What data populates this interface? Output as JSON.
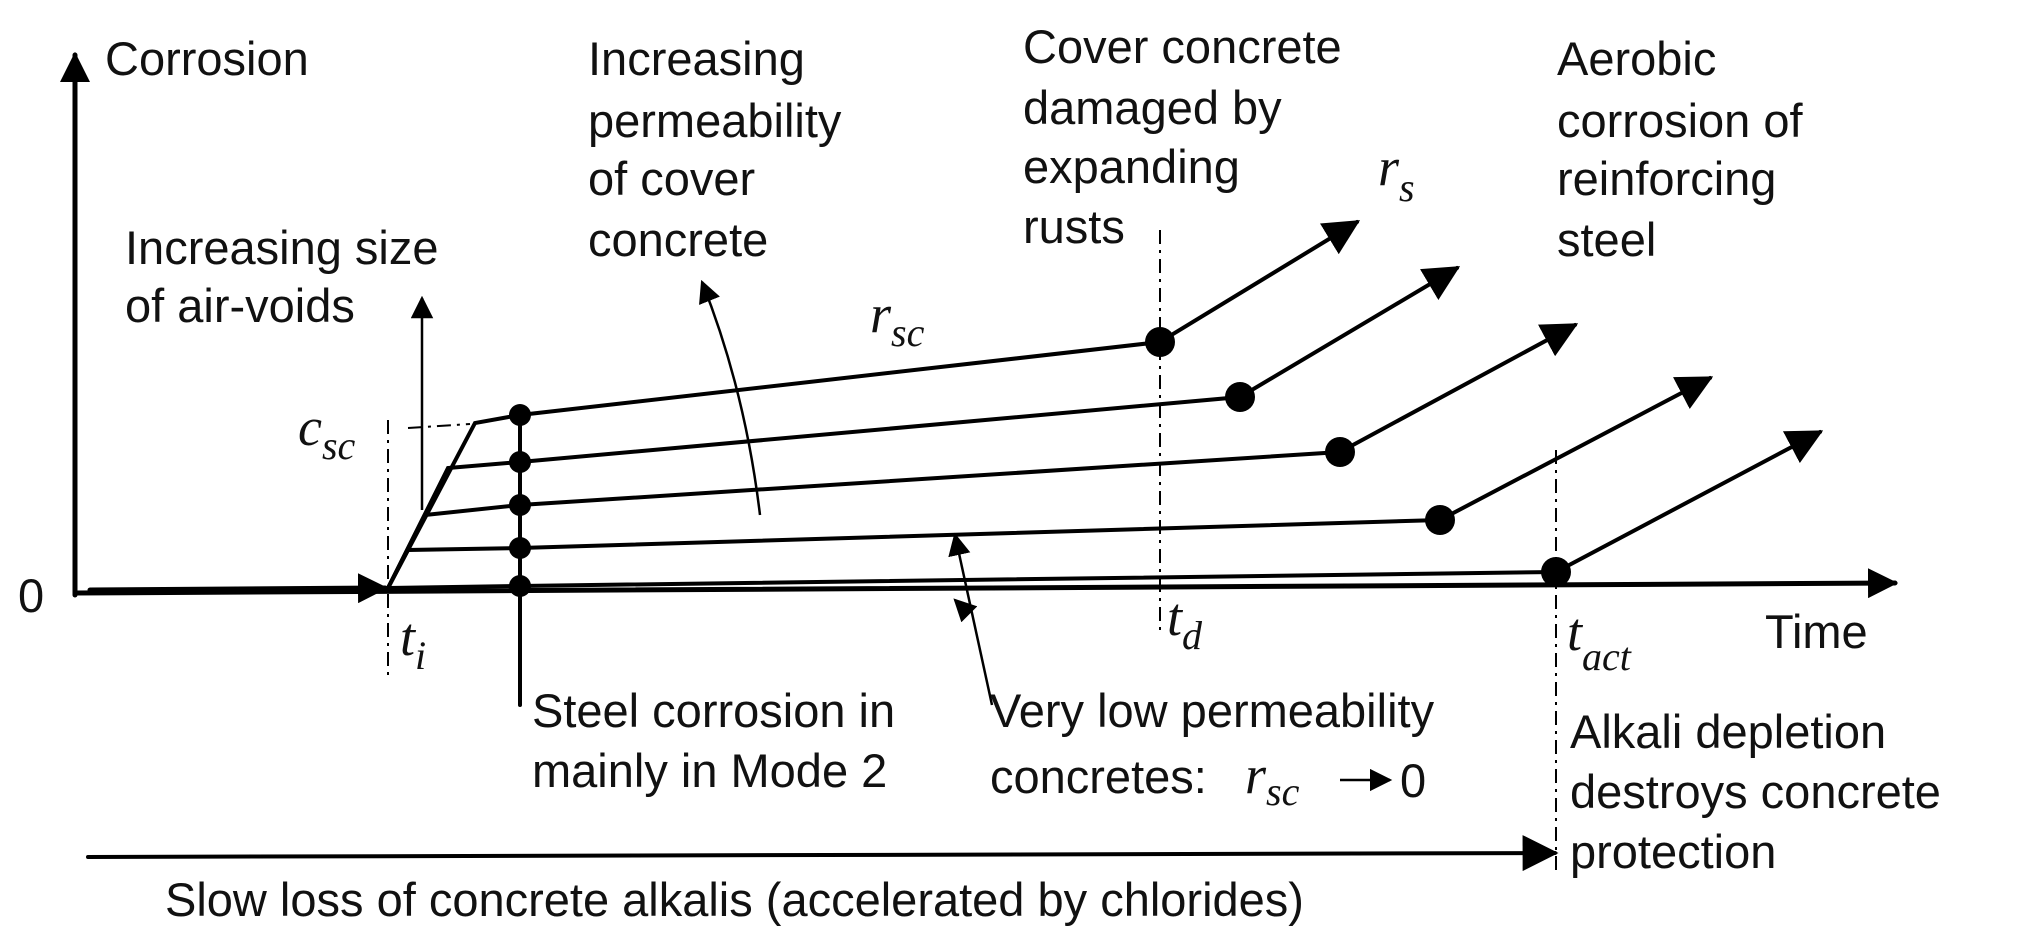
{
  "labels": {
    "y_axis": "Corrosion",
    "x_axis": "Time",
    "origin": "0",
    "air_voids": [
      "Increasing size",
      "of air-voids"
    ],
    "permeability": [
      "Increasing",
      "permeability",
      "of cover",
      "concrete"
    ],
    "cover_damaged": [
      "Cover concrete",
      "damaged by",
      "expanding",
      "rusts"
    ],
    "aerobic": [
      "Aerobic",
      "corrosion of",
      "reinforcing",
      "steel"
    ],
    "steel_corrosion": [
      "Steel corrosion in",
      "mainly in Mode 2"
    ],
    "very_low_prefix": [
      "Very low permeability",
      "concretes: "
    ],
    "very_low_arrow_value": "0",
    "alkali_depletion": [
      "Alkali depletion",
      "destroys concrete",
      "protection"
    ],
    "slow_loss": "Slow loss of concrete alkalis (accelerated by chlorides)"
  },
  "symbols": {
    "c_sc": {
      "main": "c",
      "sub": "sc"
    },
    "r_sc": {
      "main": "r",
      "sub": "sc"
    },
    "r_s": {
      "main": "r",
      "sub": "s"
    },
    "t_i": {
      "main": "t",
      "sub": "i"
    },
    "t_d": {
      "main": "t",
      "sub": "d"
    },
    "t_act": {
      "main": "t",
      "sub": "act"
    }
  },
  "colors": {
    "ink": "#000000",
    "background": "#ffffff"
  }
}
